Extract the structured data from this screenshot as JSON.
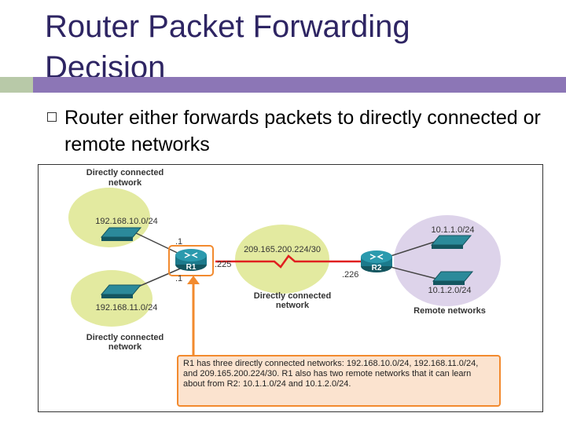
{
  "title": "Router Packet Forwarding Decision",
  "bullet": "Router either forwards packets to directly connected or remote networks",
  "diagram": {
    "top_label_1": "Directly connected",
    "top_label_2": "network",
    "net_a": "192.168.10.0/24",
    "net_b": "192.168.11.0/24",
    "net_link": "209.165.200.224/30",
    "net_r1": "10.1.1.0/24",
    "net_r2": "10.1.2.0/24",
    "r1_name": "R1",
    "r2_name": "R2",
    "r1_g0": ".1",
    "r1_g1": ".1",
    "r1_s0": ".225",
    "r2_s0": ".226",
    "mid_label_1": "Directly connected",
    "mid_label_2": "network",
    "bottom_label_1": "Directly connected",
    "bottom_label_2": "network",
    "remote_label": "Remote networks",
    "note": "R1 has three directly connected networks: 192.168.10.0/24, 192.168.11.0/24, and 209.165.200.224/30. R1 also has two remote networks that it can learn about from R2: 10.1.1.0/24 and 10.1.2.0/24.",
    "colors": {
      "local": "#e3eaa0",
      "remote": "#ddd3ea",
      "router": "#1c7a8c",
      "serial": "#e02020",
      "arrow": "#f28a2e"
    }
  }
}
